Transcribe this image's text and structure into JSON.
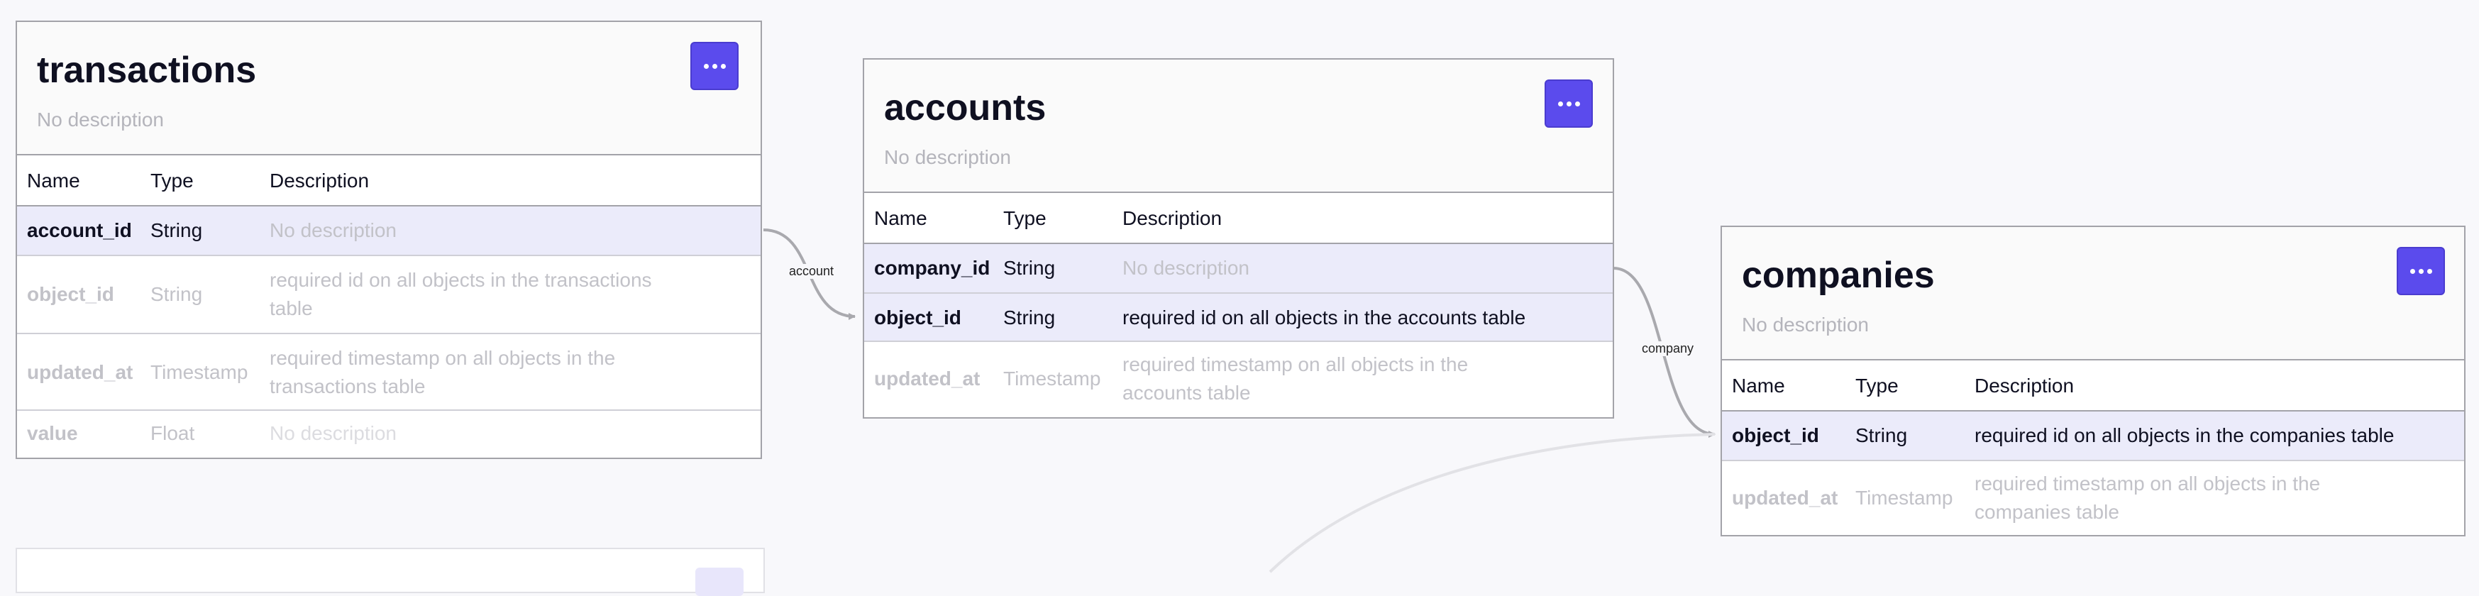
{
  "tables": [
    {
      "title": "transactions",
      "description": "No description",
      "columns_header": {
        "name": "Name",
        "type": "Type",
        "description": "Description"
      },
      "rows": [
        {
          "name": "account_id",
          "type": "String",
          "description": "No description",
          "state": "highlighted-placeholder"
        },
        {
          "name": "object_id",
          "type": "String",
          "description": "required id on all objects in the transactions table",
          "state": "dim"
        },
        {
          "name": "updated_at",
          "type": "Timestamp",
          "description": "required timestamp on all objects in the transactions table",
          "state": "dim"
        },
        {
          "name": "value",
          "type": "Float",
          "description": "No description",
          "state": "dim"
        }
      ]
    },
    {
      "title": "accounts",
      "description": "No description",
      "columns_header": {
        "name": "Name",
        "type": "Type",
        "description": "Description"
      },
      "rows": [
        {
          "name": "company_id",
          "type": "String",
          "description": "No description",
          "state": "highlighted-placeholder"
        },
        {
          "name": "object_id",
          "type": "String",
          "description": "required id on all objects in the accounts table",
          "state": "highlighted"
        },
        {
          "name": "updated_at",
          "type": "Timestamp",
          "description": "required timestamp on all objects in the accounts table",
          "state": "dim"
        }
      ]
    },
    {
      "title": "companies",
      "description": "No description",
      "columns_header": {
        "name": "Name",
        "type": "Type",
        "description": "Description"
      },
      "rows": [
        {
          "name": "object_id",
          "type": "String",
          "description": "required id on all objects in the companies table",
          "state": "highlighted"
        },
        {
          "name": "updated_at",
          "type": "Timestamp",
          "description": "required timestamp on all objects in the companies table",
          "state": "dim"
        }
      ]
    }
  ],
  "relations": [
    {
      "label": "account",
      "from": "transactions.account_id",
      "to": "accounts.object_id"
    },
    {
      "label": "company",
      "from": "accounts.company_id",
      "to": "companies.object_id"
    }
  ],
  "colors": {
    "accent": "#5b4bed",
    "highlight_row": "#ebebfa",
    "border": "#a3a3a9",
    "dim_text": "#c2c2c8",
    "edge": "#a9a9ae"
  }
}
